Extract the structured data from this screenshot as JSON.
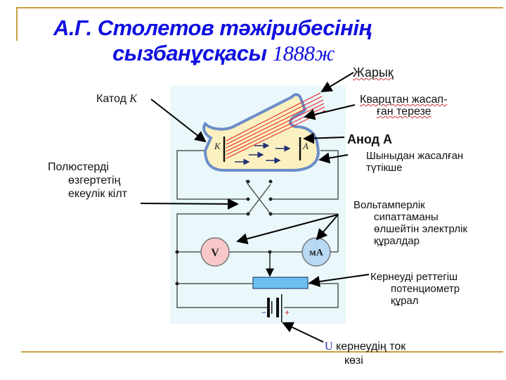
{
  "title": {
    "line1": "А.Г. Столетов тәжірибесінің",
    "line2": "сызбанұсқасы",
    "year": "1888ж"
  },
  "labels": {
    "light": "Жарық",
    "window_1": "Кварцтан жасап-",
    "window_2": "ған терезе",
    "anode": "Анод А",
    "tube_1": "Шыныдан жасалған",
    "tube_2": "түтікше",
    "cathode": "Катод",
    "cathode_symbol": "K",
    "switch_1": "Полюстерді",
    "switch_2": "өзгертетің",
    "switch_3": "екеулік кілт",
    "meters_1": "Вольтамперлік",
    "meters_2": "сипаттаманы",
    "meters_3": "өлшейтін электрлік",
    "meters_4": "құралдар",
    "pot_1": "Кернеуді реттегіш",
    "pot_2": "потенциометр",
    "pot_3": "құрал",
    "source_symbol": "U",
    "source_1": "кернеудің ток",
    "source_2": "көзі"
  },
  "diagram": {
    "cathode_mark": "K",
    "anode_mark": "A",
    "voltmeter": "V",
    "milliammeter": "мА",
    "minus": "−",
    "plus": "+"
  },
  "colors": {
    "title": "#1010e0",
    "rule": "#c8a040",
    "panel": "#eaf8fb",
    "rays": "#e02020"
  }
}
